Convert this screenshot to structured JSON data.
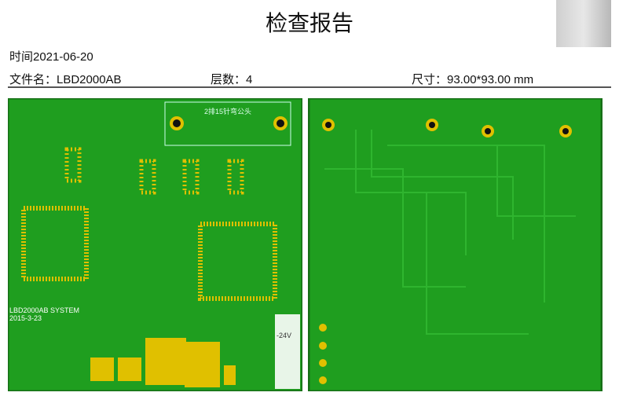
{
  "title": "检查报告",
  "date_line": "时间2021-06-20",
  "filename_line": "文件名：LBD2000AB",
  "layers_line": "层数：4",
  "size_line": "尺寸：93.00*93.00 mm",
  "board_top": {
    "system_label": "LBD2000AB SYSTEM",
    "date_label": "2015-3-23",
    "connector_label": "2排15针弯公头",
    "voltage_label": "-24V"
  },
  "colors": {
    "board": "#1f9e1f",
    "pad": "#e0c000",
    "trace": "#2fb52f"
  }
}
